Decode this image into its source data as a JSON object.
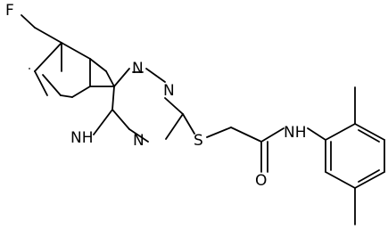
{
  "molecule": {
    "atom_labels": {
      "fluorine": "F",
      "indole_nh": "NH",
      "triazine_n_top": "N",
      "triazine_n_right": "N",
      "triazine_n_bottom": "N",
      "sulfur": "S",
      "amide_nh": "NH",
      "carbonyl_o": "O"
    }
  }
}
